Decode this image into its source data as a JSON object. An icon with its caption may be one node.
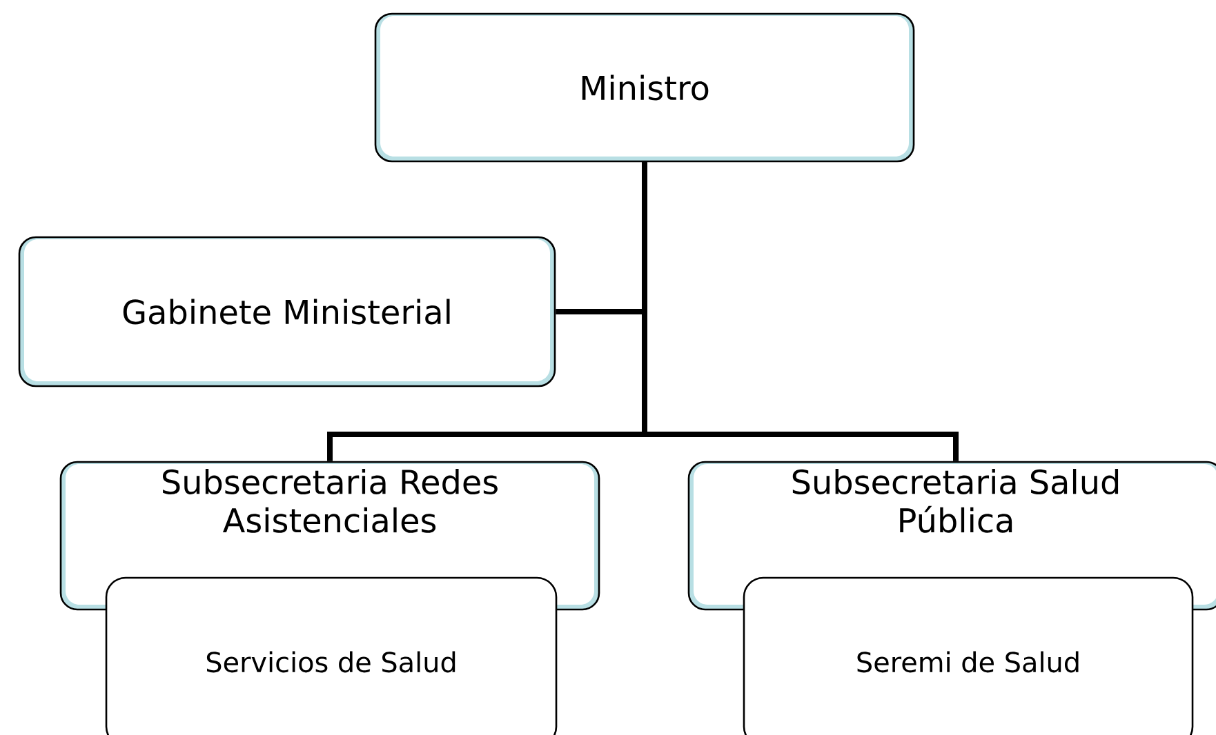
{
  "diagram": {
    "nodes": [
      {
        "text": [
          "Ministro"
        ]
      },
      {
        "text": [
          "Gabinete Ministerial"
        ]
      },
      {
        "text": [
          "Subsecretaria Redes Asistenciales"
        ]
      },
      {
        "text": [
          "Subsecretaria Salud Pública"
        ]
      },
      {
        "text": [
          "Servicios de Salud"
        ]
      },
      {
        "text": [
          "Seremi de Salud"
        ]
      }
    ],
    "edges": [
      {
        "from": 0,
        "to": 1,
        "arrow": "none"
      },
      {
        "from": 0,
        "to": 2,
        "arrow": "none"
      },
      {
        "from": 0,
        "to": 3,
        "arrow": "none"
      }
    ]
  }
}
